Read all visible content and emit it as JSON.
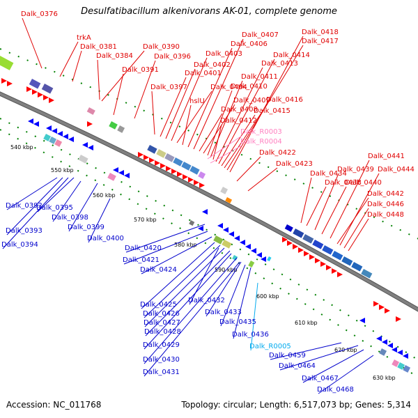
{
  "title": "Desulfatibacillum alkenivorans AK-01, complete genome",
  "accession": "Accession: NC_011768",
  "summary": "Topology: circular; Length: 6,517,073 bp; Genes: 5,314",
  "colors": {
    "forward_label": "#e00000",
    "reverse_label": "#0000cc",
    "rna_label": "#ff80c0",
    "repeat_label": "#00aaee",
    "backbone": "#808080",
    "forward_cds": "#ff0000",
    "reverse_cds": "#0000ff",
    "minor_tick": "#008000"
  },
  "scale_labels": [
    "540 kbp",
    "550 kbp",
    "560 kbp",
    "570 kbp",
    "580 kbp",
    "590 kbp",
    "600 kbp",
    "610 kbp",
    "620 kbp",
    "630 kbp"
  ],
  "forward_labels": [
    "Dalk_0376",
    "trkA",
    "Dalk_0381",
    "Dalk_0384",
    "Dalk_0390",
    "Dalk_0391",
    "Dalk_0396",
    "Dalk_0397",
    "Dalk_0401",
    "Dalk_0402",
    "Dalk_0403",
    "Dalk_0404",
    "hslU",
    "Dalk_0406",
    "Dalk_0407",
    "Dalk_0408",
    "Dalk_0409",
    "Dalk_0410",
    "Dalk_0411",
    "Dalk_0412",
    "Dalk_0413",
    "Dalk_0414",
    "Dalk_0415",
    "Dalk_0416",
    "Dalk_0417",
    "Dalk_0418",
    "Dalk_0422",
    "Dalk_0423",
    "Dalk_0434",
    "Dalk_0438",
    "Dalk_0439",
    "Dalk_0440",
    "Dalk_0441",
    "Dalk_0442",
    "Dalk_0444",
    "Dalk_0446",
    "Dalk_0448"
  ],
  "rna_labels": [
    "Dalk_R0003",
    "Dalk_R0004"
  ],
  "reverse_labels": [
    "Dalk_0392",
    "Dalk_0393",
    "Dalk_0394",
    "Dalk_0395",
    "Dalk_0398",
    "Dalk_0399",
    "Dalk_0400",
    "Dalk_0420",
    "Dalk_0421",
    "Dalk_0424",
    "Dalk_0425",
    "Dalk_0426",
    "Dalk_0427",
    "Dalk_0428",
    "Dalk_0429",
    "Dalk_0430",
    "Dalk_0431",
    "Dalk_0432",
    "Dalk_0433",
    "Dalk_0435",
    "Dalk_0436",
    "Dalk_0459",
    "Dalk_0464",
    "Dalk_0467",
    "Dalk_0468"
  ],
  "repeat_labels": [
    "Dalk_R0005"
  ]
}
